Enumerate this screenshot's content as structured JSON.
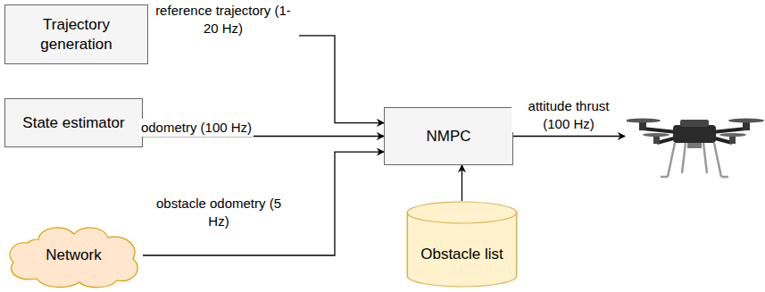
{
  "diagram": {
    "nodes": [
      {
        "text": [
          "Trajectory generation"
        ]
      },
      {
        "text": [
          "State estimator"
        ]
      },
      {
        "text": [
          "Network"
        ]
      },
      {
        "text": [
          "NMPC"
        ]
      },
      {
        "text": [
          "Obstacle list"
        ]
      }
    ],
    "edges": [
      {
        "from": 0,
        "to": 3,
        "label": "reference trajectory (1-20 Hz)",
        "arrow": "to"
      },
      {
        "from": 1,
        "to": 3,
        "label": "odometry (100 Hz)",
        "arrow": "to"
      },
      {
        "from": 2,
        "to": 3,
        "label": "obstacle odometry (5 Hz)",
        "arrow": "to"
      },
      {
        "from": 4,
        "to": 3,
        "arrow": "to"
      }
    ],
    "labels": [
      "attitude thrust (100 Hz)"
    ]
  }
}
